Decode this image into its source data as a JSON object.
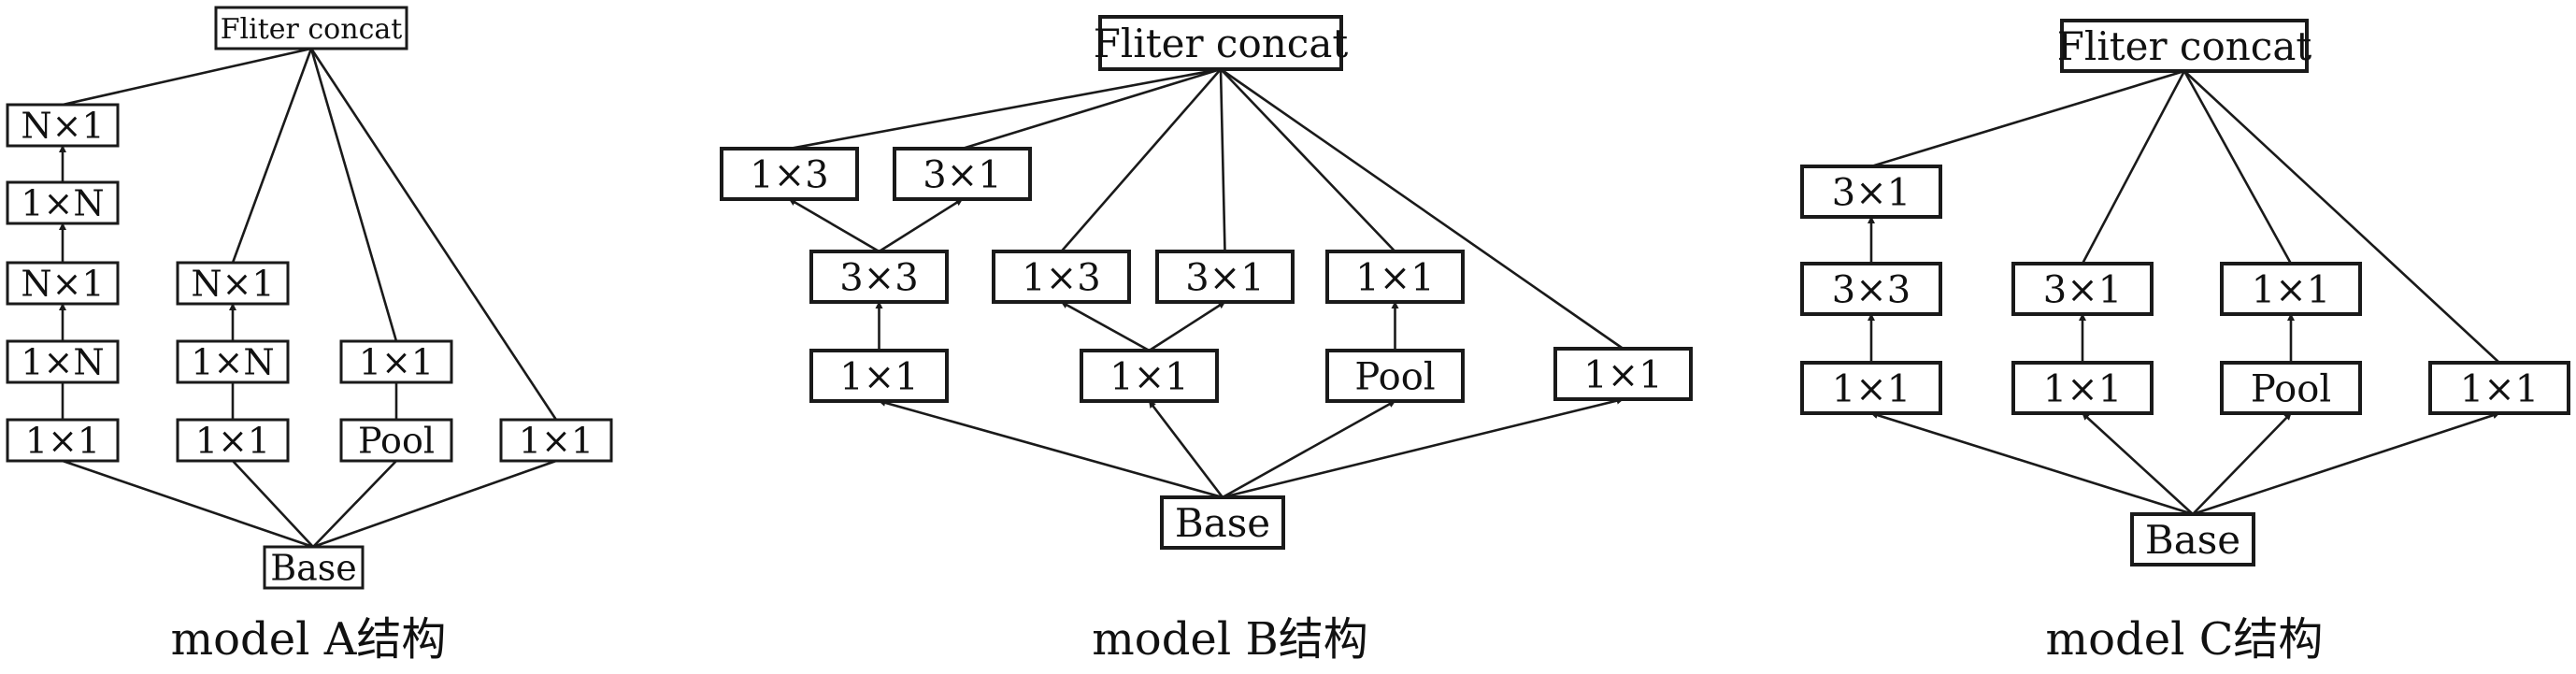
{
  "models": [
    {
      "id": "a",
      "caption": "model A结构",
      "nodes": [
        {
          "id": "a_concat",
          "label": "Fliter concat"
        },
        {
          "id": "a_c1_n1_top",
          "label": "N×1"
        },
        {
          "id": "a_c1_1n_2",
          "label": "1×N"
        },
        {
          "id": "a_c1_n1_mid",
          "label": "N×1"
        },
        {
          "id": "a_c1_1n_low",
          "label": "1×N"
        },
        {
          "id": "a_c1_11",
          "label": "1×1"
        },
        {
          "id": "a_c2_n1",
          "label": "N×1"
        },
        {
          "id": "a_c2_1n",
          "label": "1×N"
        },
        {
          "id": "a_c2_11",
          "label": "1×1"
        },
        {
          "id": "a_c3_11",
          "label": "1×1"
        },
        {
          "id": "a_c3_pool",
          "label": "Pool"
        },
        {
          "id": "a_c4_11",
          "label": "1×1"
        },
        {
          "id": "a_base",
          "label": "Base"
        }
      ]
    },
    {
      "id": "b",
      "caption": "model B结构",
      "nodes": [
        {
          "id": "b_concat",
          "label": "Fliter concat"
        },
        {
          "id": "b_13_top",
          "label": "1×3"
        },
        {
          "id": "b_31_top",
          "label": "3×1"
        },
        {
          "id": "b_33",
          "label": "3×3"
        },
        {
          "id": "b_11_left",
          "label": "1×1"
        },
        {
          "id": "b_13_mid",
          "label": "1×3"
        },
        {
          "id": "b_31_mid",
          "label": "3×1"
        },
        {
          "id": "b_11_mid",
          "label": "1×1"
        },
        {
          "id": "b_11_pooltop",
          "label": "1×1"
        },
        {
          "id": "b_pool",
          "label": "Pool"
        },
        {
          "id": "b_11_right",
          "label": "1×1"
        },
        {
          "id": "b_base",
          "label": "Base"
        }
      ]
    },
    {
      "id": "c",
      "caption": "model C结构",
      "nodes": [
        {
          "id": "c_concat",
          "label": "Fliter concat"
        },
        {
          "id": "c_31_top",
          "label": "3×1"
        },
        {
          "id": "c_33",
          "label": "3×3"
        },
        {
          "id": "c_11_c1",
          "label": "1×1"
        },
        {
          "id": "c_31_c2",
          "label": "3×1"
        },
        {
          "id": "c_11_c2",
          "label": "1×1"
        },
        {
          "id": "c_11_c3",
          "label": "1×1"
        },
        {
          "id": "c_pool",
          "label": "Pool"
        },
        {
          "id": "c_11_c4",
          "label": "1×1"
        },
        {
          "id": "c_base",
          "label": "Base"
        }
      ]
    }
  ]
}
